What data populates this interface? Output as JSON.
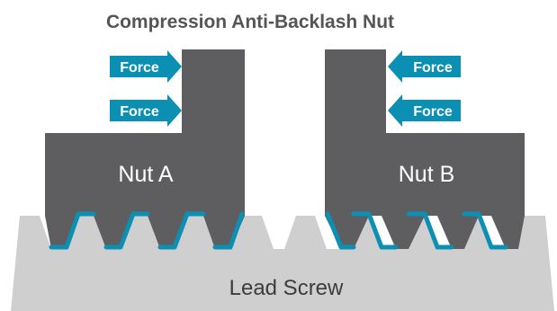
{
  "diagram": {
    "title": "Compression Anti-Backlash Nut",
    "nut_a_label": "Nut A",
    "nut_b_label": "Nut B",
    "screw_label": "Lead Screw",
    "force_label": "Force"
  },
  "colors": {
    "nut": "#5e5e60",
    "screw": "#cfcfcf",
    "contact": "#0b8fb3",
    "arrow": "#0b8fb3",
    "title": "#555555"
  }
}
